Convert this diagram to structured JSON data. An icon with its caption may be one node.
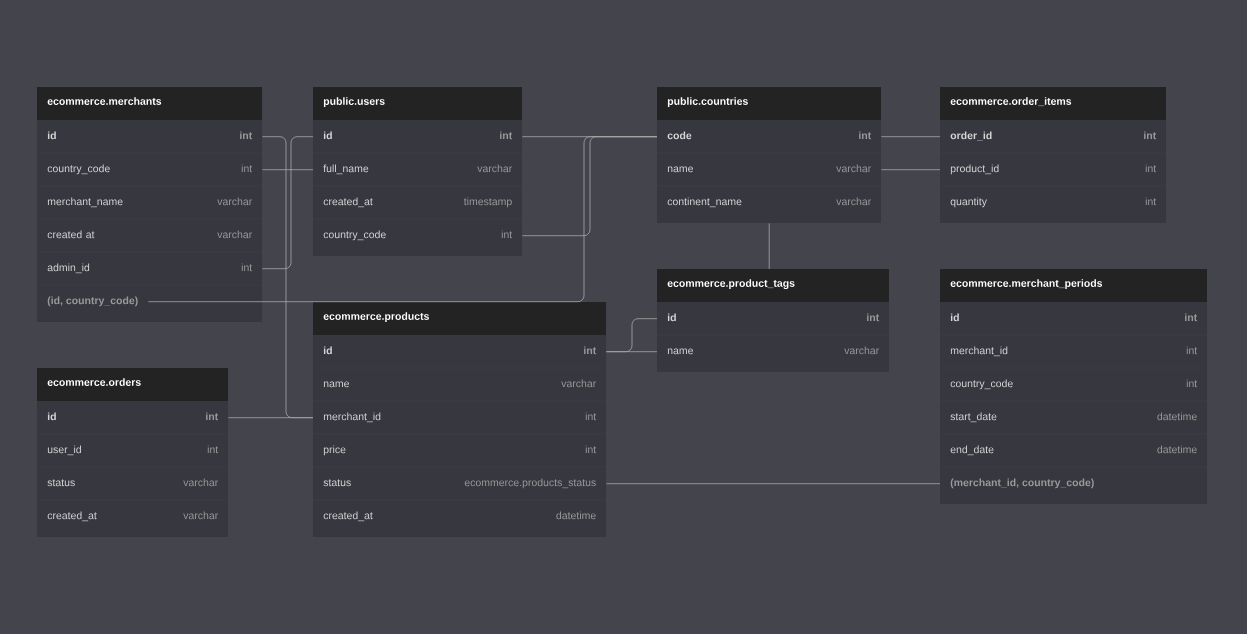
{
  "diagram": {
    "nodes": [
      {
        "text": [
          "ecommerce.merchants"
        ]
      },
      {
        "text": [
          "id",
          "int"
        ],
        "in": 0
      },
      {
        "text": [
          "country_code",
          "int"
        ],
        "in": 0
      },
      {
        "text": [
          "merchant_name",
          "varchar"
        ],
        "in": 0
      },
      {
        "text": [
          "created at",
          "varchar"
        ],
        "in": 0
      },
      {
        "text": [
          "admin_id",
          "int"
        ],
        "in": 0
      },
      {
        "text": [
          "(id, country_code)"
        ],
        "in": 0
      },
      {
        "text": [
          "public.users"
        ]
      },
      {
        "text": [
          "id",
          "int"
        ],
        "in": 7
      },
      {
        "text": [
          "full_name",
          "varchar"
        ],
        "in": 7
      },
      {
        "text": [
          "created_at",
          "timestamp"
        ],
        "in": 7
      },
      {
        "text": [
          "country_code",
          "int"
        ],
        "in": 7
      },
      {
        "text": [
          "public.countries"
        ]
      },
      {
        "text": [
          "code",
          "int"
        ],
        "in": 12
      },
      {
        "text": [
          "name",
          "varchar"
        ],
        "in": 12
      },
      {
        "text": [
          "continent_name",
          "varchar"
        ],
        "in": 12
      },
      {
        "text": [
          "ecommerce.order_items"
        ]
      },
      {
        "text": [
          "order_id",
          "int"
        ],
        "in": 16
      },
      {
        "text": [
          "product_id",
          "int"
        ],
        "in": 16
      },
      {
        "text": [
          "quantity",
          "int"
        ],
        "in": 16
      },
      {
        "text": [
          "ecommerce.product_tags"
        ]
      },
      {
        "text": [
          "id",
          "int"
        ],
        "in": 20
      },
      {
        "text": [
          "name",
          "varchar"
        ],
        "in": 20
      },
      {
        "text": [
          "ecommerce.merchant_periods"
        ]
      },
      {
        "text": [
          "id",
          "int"
        ],
        "in": 23
      },
      {
        "text": [
          "merchant_id",
          "int"
        ],
        "in": 23
      },
      {
        "text": [
          "country_code",
          "int"
        ],
        "in": 23
      },
      {
        "text": [
          "start_date",
          "datetime"
        ],
        "in": 23
      },
      {
        "text": [
          "end_date",
          "datetime"
        ],
        "in": 23
      },
      {
        "text": [
          "(merchant_id, country_code)"
        ],
        "in": 23
      },
      {
        "text": [
          "ecommerce.products"
        ]
      },
      {
        "text": [
          "id",
          "int"
        ],
        "in": 30
      },
      {
        "text": [
          "name",
          "varchar"
        ],
        "in": 30
      },
      {
        "text": [
          "merchant_id",
          "int"
        ],
        "in": 30
      },
      {
        "text": [
          "price",
          "int"
        ],
        "in": 30
      },
      {
        "text": [
          "status",
          "ecommerce.products_status"
        ],
        "in": 30
      },
      {
        "text": [
          "created_at",
          "datetime"
        ],
        "in": 30
      },
      {
        "text": [
          "ecommerce.orders"
        ]
      },
      {
        "text": [
          "id",
          "int"
        ],
        "in": 37
      },
      {
        "text": [
          "user_id",
          "int"
        ],
        "in": 37
      },
      {
        "text": [
          "status",
          "varchar"
        ],
        "in": 37
      },
      {
        "text": [
          "created_at",
          "varchar"
        ],
        "in": 37
      }
    ],
    "edges": [
      {
        "from": 1,
        "to": 33,
        "arrow": "none"
      },
      {
        "from": 5,
        "to": 8,
        "arrow": "none"
      },
      {
        "from": 2,
        "to": 9,
        "arrow": "none"
      },
      {
        "from": 38,
        "to": 33,
        "arrow": "none"
      },
      {
        "from": 8,
        "to": 13,
        "arrow": "none"
      },
      {
        "from": 11,
        "to": 13,
        "arrow": "none"
      },
      {
        "from": 6,
        "to": 13,
        "arrow": "none"
      },
      {
        "from": 13,
        "to": 17,
        "arrow": "none"
      },
      {
        "from": 14,
        "to": 18,
        "arrow": "none"
      },
      {
        "from": 12,
        "to": 20,
        "arrow": "none"
      },
      {
        "from": 31,
        "to": 21,
        "arrow": "none"
      },
      {
        "from": 31,
        "to": 22,
        "arrow": "none"
      },
      {
        "from": 35,
        "to": 29,
        "arrow": "none"
      }
    ]
  }
}
